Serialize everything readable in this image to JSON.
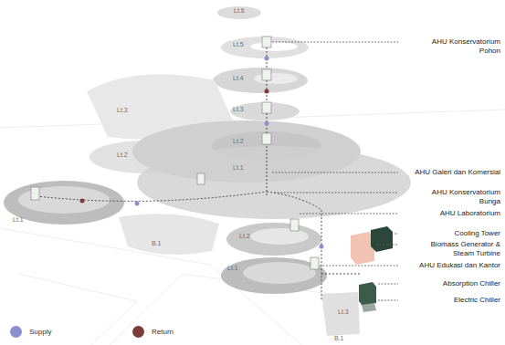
{
  "diagram": {
    "labels": [
      "Lt.6",
      "AHU Konservatorium Pohon",
      "Lt.5",
      "Lt.4",
      "Lt.3",
      "Lt.3",
      "Lt.2",
      "Lt.2",
      "Lt.1",
      "AHU Galeri dan Komersial",
      "AHU Konservatorium Bunga",
      "AHU Laboratorium",
      "Lt.1",
      "Cooling Tower",
      "Lt.2",
      "B.1",
      "Biomass Generator & Steam Turbine",
      "AHU Edukasi dan Kantor",
      "Lt.1",
      "Absorption Chiller",
      "Electric Chiller",
      "Lt.3",
      "B.1"
    ],
    "legend": [
      {
        "text": "Supply",
        "color": "#8b8fd0"
      },
      {
        "text": "Return",
        "color": "#7b3d38"
      }
    ]
  }
}
